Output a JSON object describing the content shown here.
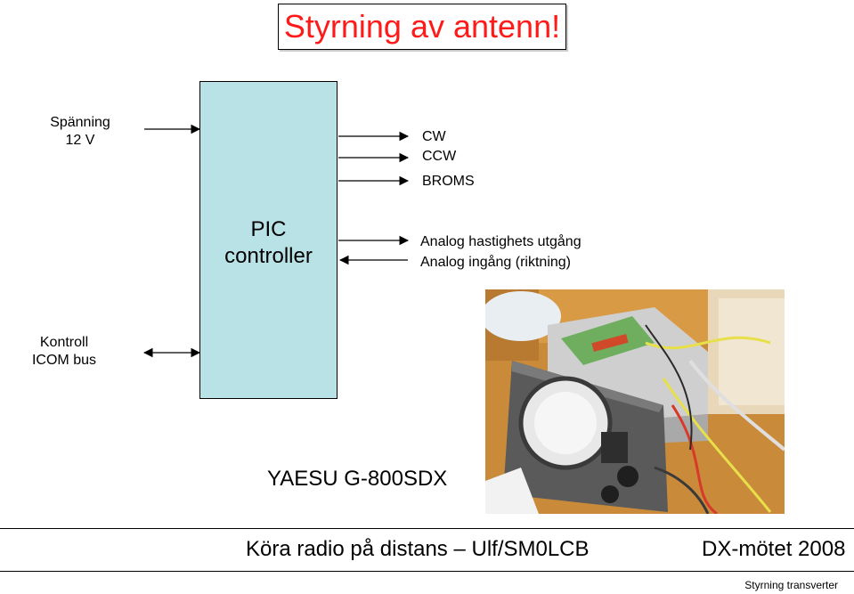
{
  "title": "Styrning av antenn!",
  "controller": {
    "line1": "PIC",
    "line2": "controller"
  },
  "inputs": {
    "power_line1": "Spänning",
    "power_line2": "12 V",
    "bus_line1": "Kontroll",
    "bus_line2": "ICOM bus"
  },
  "outputs": {
    "cw": "CW",
    "ccw": "CCW",
    "broms": "BROMS",
    "analog_out": "Analog hastighets utgång",
    "analog_in": "Analog ingång (riktning)"
  },
  "photo_caption": "YAESU G-800SDX",
  "footer": {
    "center": "Köra radio på distans – Ulf/SM0LCB",
    "right": "DX-mötet 2008",
    "small": "Styrning transverter"
  },
  "colors": {
    "title": "#ff1a1a",
    "controller_fill": "#b9e2e6"
  }
}
